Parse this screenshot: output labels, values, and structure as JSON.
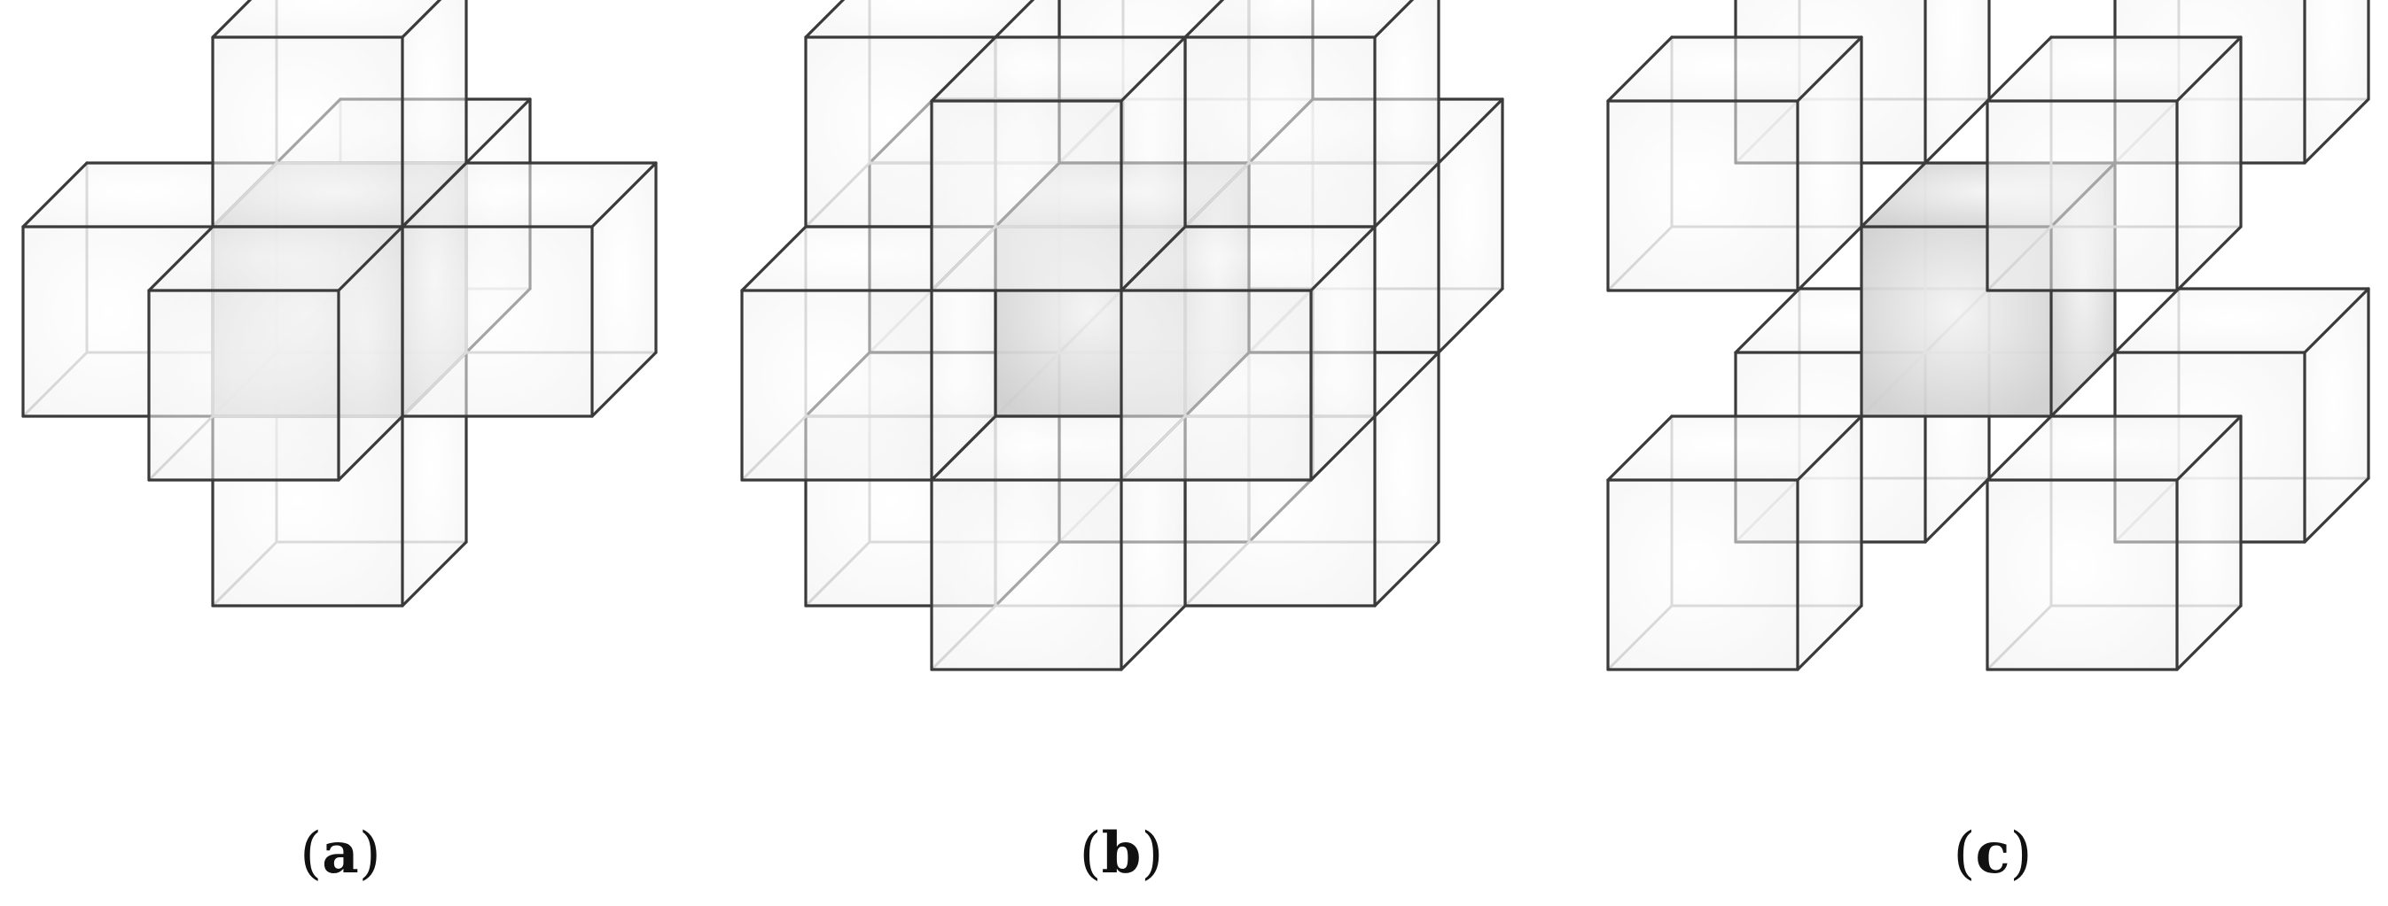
{
  "panels": [
    {
      "id": "a",
      "caption_open": "(",
      "caption_letter": "a",
      "caption_close": ")",
      "center_cube": [
        0,
        0,
        0
      ],
      "neighbor_cubes": [
        [
          1,
          0,
          0
        ],
        [
          -1,
          0,
          0
        ],
        [
          0,
          1,
          0
        ],
        [
          0,
          -1,
          0
        ],
        [
          0,
          0,
          1
        ],
        [
          0,
          0,
          -1
        ]
      ]
    },
    {
      "id": "b",
      "caption_open": "(",
      "caption_letter": "b",
      "caption_close": ")",
      "center_cube": [
        0,
        0,
        0
      ],
      "neighbor_cubes": [
        [
          1,
          1,
          0
        ],
        [
          1,
          -1,
          0
        ],
        [
          -1,
          1,
          0
        ],
        [
          -1,
          -1,
          0
        ],
        [
          1,
          0,
          1
        ],
        [
          1,
          0,
          -1
        ],
        [
          -1,
          0,
          1
        ],
        [
          -1,
          0,
          -1
        ],
        [
          0,
          1,
          1
        ],
        [
          0,
          1,
          -1
        ],
        [
          0,
          -1,
          1
        ],
        [
          0,
          -1,
          -1
        ]
      ]
    },
    {
      "id": "c",
      "caption_open": "(",
      "caption_letter": "c",
      "caption_close": ")",
      "center_cube": [
        0,
        0,
        0
      ],
      "neighbor_cubes": [
        [
          1,
          1,
          1
        ],
        [
          1,
          1,
          -1
        ],
        [
          1,
          -1,
          1
        ],
        [
          1,
          -1,
          -1
        ],
        [
          -1,
          1,
          1
        ],
        [
          -1,
          1,
          -1
        ],
        [
          -1,
          -1,
          1
        ],
        [
          -1,
          -1,
          -1
        ]
      ]
    }
  ],
  "colors": {
    "edge": "#3a3a3a",
    "hidden_edge": "#b4b4b4",
    "cube_face": "#f7f7f7",
    "center_face": "#d9d9d9",
    "background": "#ffffff"
  }
}
